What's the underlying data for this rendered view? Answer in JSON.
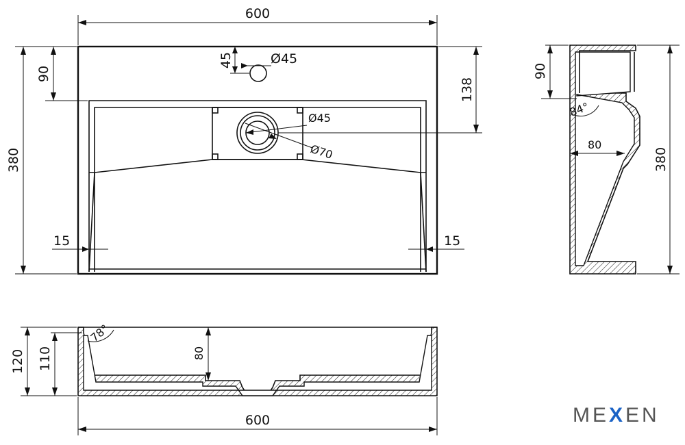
{
  "logo": {
    "part1": "ME",
    "part2": "X",
    "part3": "EN",
    "accent_color": "#1b63c6"
  },
  "top_view": {
    "width": "600",
    "height": "380",
    "tap_offset": "90",
    "tap_hole_offset": "45",
    "tap_hole_dia": "Ø45",
    "drain_offset": "138",
    "drain_inner_dia": "Ø45",
    "drain_outer_dia": "Ø70",
    "wall_left": "15",
    "wall_right": "15"
  },
  "side_view": {
    "height": "380",
    "top_offset": "90",
    "angle": "84°",
    "depth": "80"
  },
  "front_view": {
    "width": "600",
    "total_height": "120",
    "inner_height": "110",
    "bowl_depth": "80",
    "angle": "78°"
  }
}
